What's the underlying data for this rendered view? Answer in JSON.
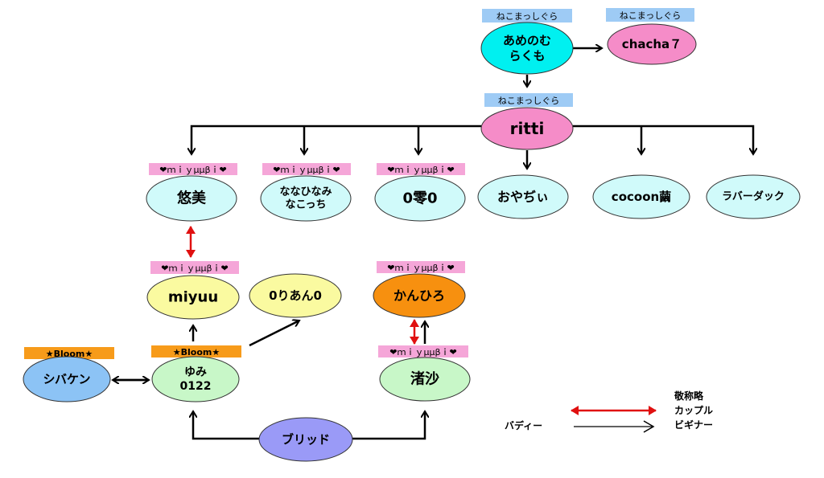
{
  "colors": {
    "tag_blue": "#9ecbf5",
    "tag_pink": "#f5a6d8",
    "tag_orange": "#f79b1a",
    "cyan": "#00f0f0",
    "pink": "#f58cc8",
    "light_cyan": "#d0fafa",
    "light_yellow": "#fafaa0",
    "orange": "#f7900f",
    "light_green": "#c8f7c8",
    "light_blue": "#8cc3f5",
    "periwinkle": "#9a9af7",
    "red": "#e01010"
  },
  "tags": {
    "neko": "ねこまっしぐら",
    "miyumu": "❤ｍｉｙμμβｉ❤",
    "bloom": "★Bloom★"
  },
  "nodes": [
    {
      "id": "amenomu",
      "lines": [
        "あめのむ",
        "らくも"
      ],
      "fill": "cyan",
      "tag": "neko",
      "tagColor": "tag_blue"
    },
    {
      "id": "chacha",
      "lines": [
        "chacha７"
      ],
      "fill": "pink",
      "tag": "neko",
      "tagColor": "tag_blue"
    },
    {
      "id": "ritti",
      "lines": [
        "ritti"
      ],
      "fill": "pink",
      "tag": "neko",
      "tagColor": "tag_blue"
    },
    {
      "id": "yumi_k",
      "lines": [
        "悠美"
      ],
      "fill": "light_cyan",
      "tag": "miyumu",
      "tagColor": "tag_pink"
    },
    {
      "id": "nanahi",
      "lines": [
        "ななひなみ",
        "なこっち"
      ],
      "fill": "light_cyan",
      "tag": "miyumu",
      "tagColor": "tag_pink"
    },
    {
      "id": "rei",
      "lines": [
        "0零0"
      ],
      "fill": "light_cyan",
      "tag": "miyumu",
      "tagColor": "tag_pink"
    },
    {
      "id": "oyajii",
      "lines": [
        "おやぢぃ"
      ],
      "fill": "light_cyan",
      "tag": null
    },
    {
      "id": "cocoon",
      "lines": [
        "cocoon繭"
      ],
      "fill": "light_cyan",
      "tag": null
    },
    {
      "id": "rubber",
      "lines": [
        "ラバーダック"
      ],
      "fill": "light_cyan",
      "tag": null
    },
    {
      "id": "miyuu",
      "lines": [
        "miyuu"
      ],
      "fill": "light_yellow",
      "tag": "miyumu",
      "tagColor": "tag_pink"
    },
    {
      "id": "orian",
      "lines": [
        "0りあん0"
      ],
      "fill": "light_yellow",
      "tag": null
    },
    {
      "id": "kanhiro",
      "lines": [
        "かんひろ"
      ],
      "fill": "orange",
      "tag": "miyumu",
      "tagColor": "tag_pink"
    },
    {
      "id": "shibaken",
      "lines": [
        "シバケン"
      ],
      "fill": "light_blue",
      "tag": "bloom",
      "tagColor": "tag_orange"
    },
    {
      "id": "yumi0122",
      "lines": [
        "ゆみ",
        "0122"
      ],
      "fill": "light_green",
      "tag": "bloom",
      "tagColor": "tag_orange"
    },
    {
      "id": "nagisa",
      "lines": [
        "渚沙"
      ],
      "fill": "light_green",
      "tag": "miyumu",
      "tagColor": "tag_pink"
    },
    {
      "id": "brid",
      "lines": [
        "ブリッド"
      ],
      "fill": "periwinkle",
      "tag": null
    }
  ],
  "legend": {
    "left_label": "バディー",
    "right_labels": [
      "敬称略",
      "カップル",
      "ビギナー"
    ]
  }
}
